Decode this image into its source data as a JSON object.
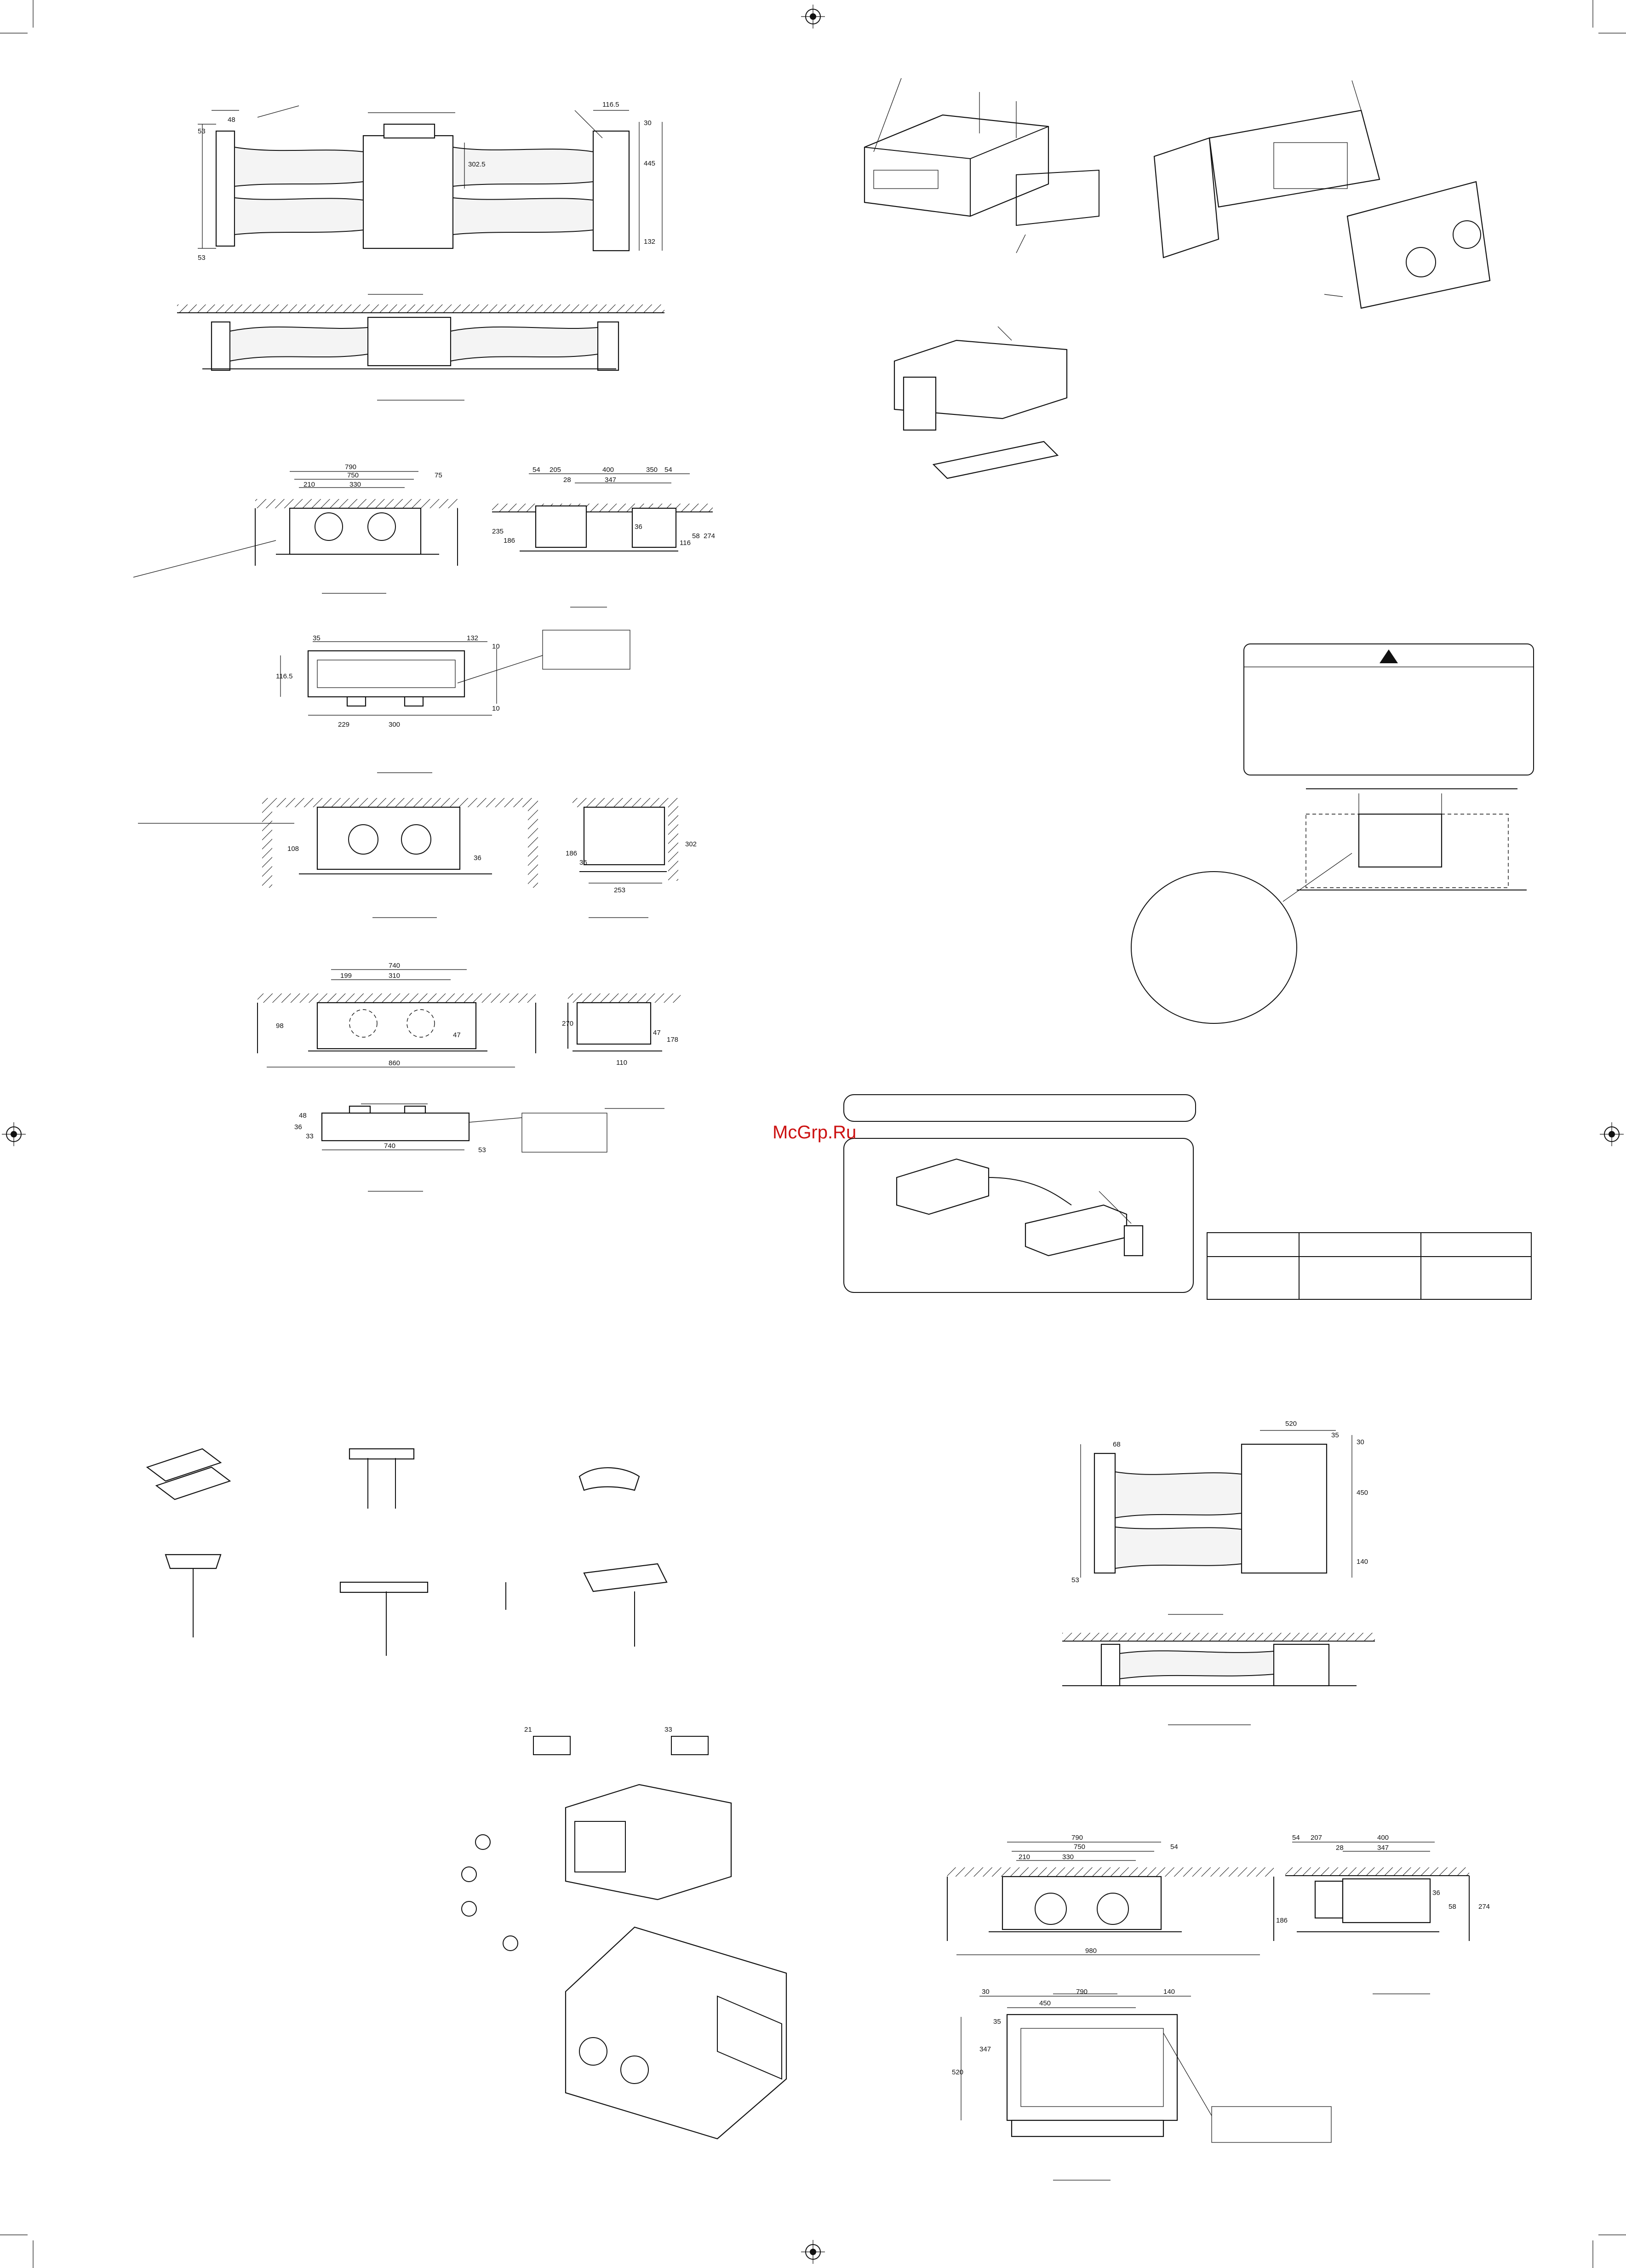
{
  "watermark": "McGrp.Ru",
  "colors": {
    "line": "#111111",
    "background": "#ffffff",
    "watermark": "#cc1111"
  },
  "icons": [
    "registration-mark-icon",
    "warning-triangle-icon"
  ],
  "fig1": {
    "dims": [
      "48",
      "53",
      "53",
      "302.5",
      "116.5",
      "30",
      "445",
      "132"
    ]
  },
  "fig3": {
    "dims": [
      "790",
      "750",
      "210",
      "330",
      "75"
    ]
  },
  "fig4": {
    "dims": [
      "54",
      "205",
      "400",
      "350",
      "54",
      "28",
      "347",
      "235",
      "186",
      "36",
      "116",
      "58",
      "274"
    ]
  },
  "fig5": {
    "dims": [
      "35",
      "132",
      "116.5",
      "10",
      "229",
      "300",
      "10"
    ]
  },
  "fig6": {
    "dims": [
      "108",
      "36"
    ]
  },
  "fig7": {
    "dims": [
      "186",
      "36",
      "302",
      "253"
    ]
  },
  "fig8": {
    "dims": [
      "740",
      "199",
      "310",
      "98",
      "47",
      "860"
    ]
  },
  "fig9": {
    "dims": [
      "270",
      "47",
      "178",
      "110"
    ]
  },
  "fig10": {
    "dims": [
      "48",
      "36",
      "33",
      "740",
      "53"
    ]
  },
  "fig11": {
    "dims": [
      "21",
      "33"
    ]
  },
  "fig12": {
    "dims": [
      "520",
      "35",
      "68",
      "30",
      "450",
      "140",
      "53"
    ]
  },
  "fig13": {
    "dims": [
      "790",
      "750",
      "210",
      "330",
      "54",
      "980"
    ]
  },
  "fig14": {
    "dims": [
      "54",
      "207",
      "400",
      "28",
      "347",
      "186",
      "36",
      "58",
      "274"
    ]
  },
  "fig15": {
    "dims": [
      "30",
      "790",
      "140",
      "450",
      "35",
      "347",
      "520"
    ]
  }
}
